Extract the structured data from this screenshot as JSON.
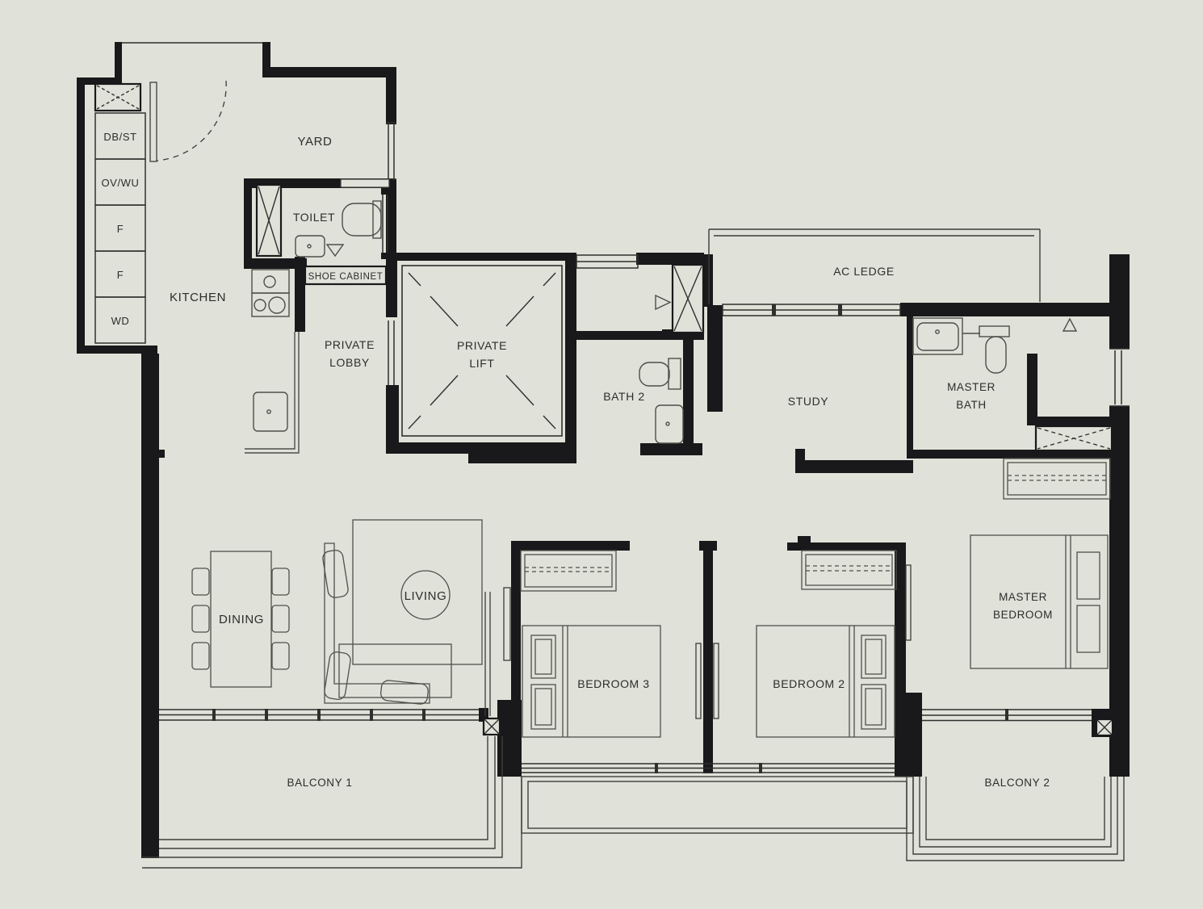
{
  "page": {
    "background_color": "#e0e1d8",
    "wall_color": "#19191b",
    "furniture_line_color": "#4e4e4a",
    "text_color": "#2d2d2b"
  },
  "rooms": {
    "yard": "YARD",
    "toilet": "TOILET",
    "kitchen": "KITCHEN",
    "shoe_cabinet": "SHOE CABINET",
    "private_lobby_line1": "PRIVATE",
    "private_lobby_line2": "LOBBY",
    "private_lift_line1": "PRIVATE",
    "private_lift_line2": "LIFT",
    "bath2": "BATH 2",
    "ac_ledge": "AC LEDGE",
    "study": "STUDY",
    "master_bath_line1": "MASTER",
    "master_bath_line2": "BATH",
    "master_bedroom_line1": "MASTER",
    "master_bedroom_line2": "BEDROOM",
    "bedroom2": "BEDROOM 2",
    "bedroom3": "BEDROOM 3",
    "dining": "DINING",
    "living": "LIVING",
    "balcony1": "BALCONY 1",
    "balcony2": "BALCONY 2"
  },
  "kitchen_units": {
    "db_st": "DB/ST",
    "ov_wu": "OV/WU",
    "fridge_upper": "F",
    "fridge_lower": "F",
    "wd": "WD"
  }
}
